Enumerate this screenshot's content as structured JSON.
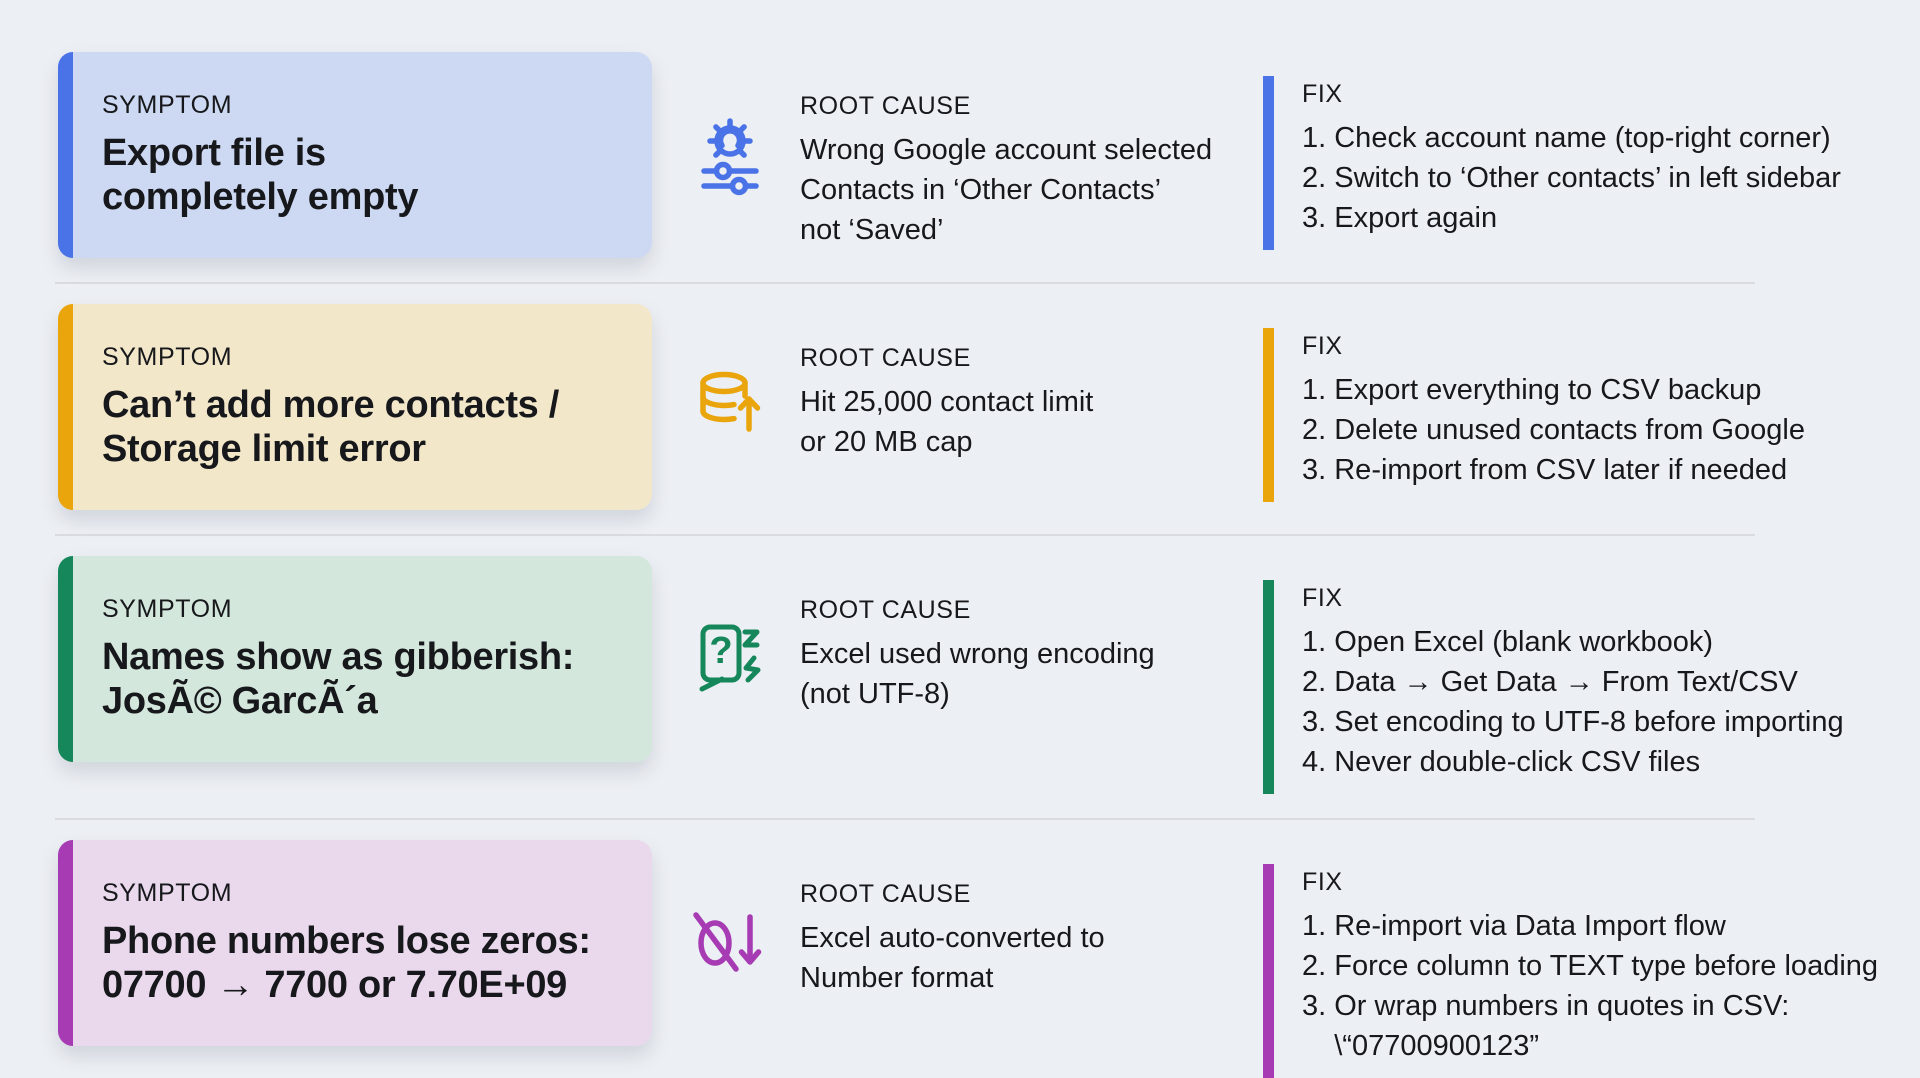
{
  "page": {
    "background_color": "#ECEFF3",
    "divider_color": "#D9DBDE",
    "text_color": "#17181B"
  },
  "rows": [
    {
      "accent_color": "#4A73E8",
      "card_bg_color": "#CDD9F2",
      "symptom_label": "SYMPTOM",
      "symptom_title": "Export file is\ncompletely empty",
      "cause_label": "ROOT CAUSE",
      "cause_text": "Wrong Google account selected\nContacts in ‘Other Contacts’\nnot ‘Saved’",
      "cause_icon": "gear-sliders-icon",
      "fix_label": "FIX",
      "fix_steps": [
        "1. Check account name (top-right corner)",
        "2. Switch to ‘Other contacts’ in left sidebar",
        "3. Export again"
      ]
    },
    {
      "accent_color": "#E9A50B",
      "card_bg_color": "#F3E7C9",
      "symptom_label": "SYMPTOM",
      "symptom_title": "Can’t add more contacts /\nStorage limit error",
      "cause_label": "ROOT CAUSE",
      "cause_text": "Hit 25,000 contact limit\nor 20 MB cap",
      "cause_icon": "database-capacity-icon",
      "fix_label": "FIX",
      "fix_steps": [
        "1. Export everything to CSV backup",
        "2. Delete unused contacts from Google",
        "3. Re-import from CSV later if needed"
      ]
    },
    {
      "accent_color": "#15875B",
      "card_bg_color": "#D4E7DC",
      "symptom_label": "SYMPTOM",
      "symptom_title": "Names show as gibberish:\nJosÃ© GarcÃ´a",
      "cause_label": "ROOT CAUSE",
      "cause_text": "Excel used wrong encoding\n(not UTF-8)",
      "cause_icon": "encoding-question-icon",
      "fix_label": "FIX",
      "fix_steps": [
        "1. Open Excel (blank workbook)",
        "2. Data → Get Data → From Text/CSV",
        "3. Set encoding to UTF-8 before importing",
        "4. Never double-click CSV files"
      ]
    },
    {
      "accent_color": "#A63BB4",
      "card_bg_color": "#EAD8ED",
      "symptom_label": "SYMPTOM",
      "symptom_title": "Phone numbers lose zeros:\n07700 → 7700 or 7.70E+09",
      "cause_label": "ROOT CAUSE",
      "cause_text": "Excel auto-converted to\nNumber format",
      "cause_icon": "zero-slash-icon",
      "fix_label": "FIX",
      "fix_steps": [
        "1. Re-import via Data Import flow",
        "2. Force column to TEXT type before loading",
        "3. Or wrap numbers in quotes in CSV:\n    \\“07700900123”"
      ]
    }
  ]
}
